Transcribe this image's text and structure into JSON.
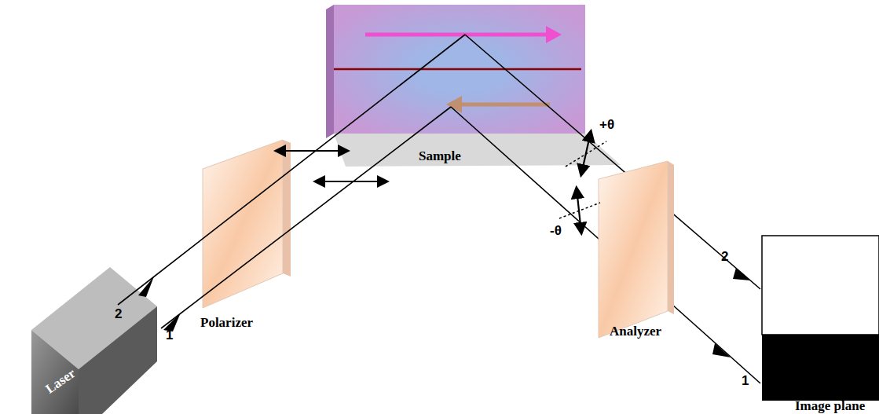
{
  "diagram": {
    "labels": [
      "Sample",
      "Polarizer",
      "Laser",
      "Analyzer",
      "Image plane",
      "2",
      "1",
      "2",
      "1",
      "+θ",
      "-θ"
    ]
  }
}
